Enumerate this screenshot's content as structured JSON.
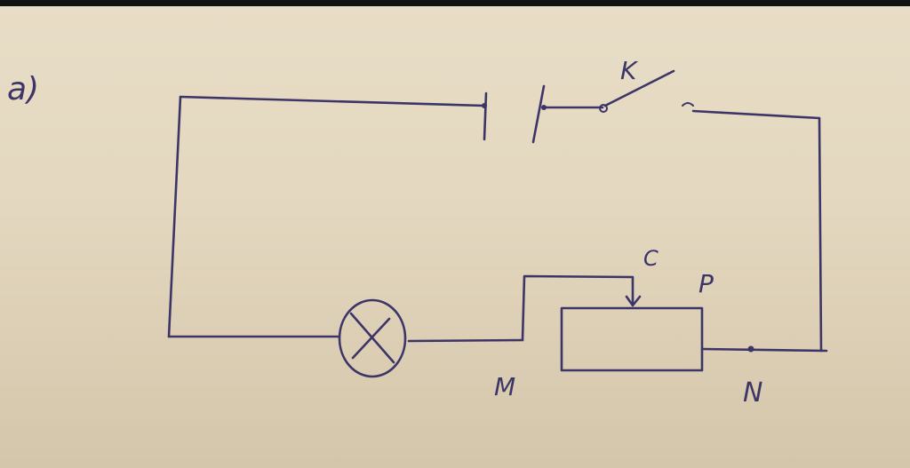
{
  "part_label": "a)",
  "labels": {
    "switch": "K",
    "slider": "C",
    "point_m": "M",
    "point_n": "N",
    "point_p": "P"
  },
  "colors": {
    "paper": "#e6dac2",
    "ink": "#3d3567"
  },
  "components": [
    "battery-icon",
    "switch-icon",
    "lamp-icon",
    "rheostat-icon"
  ]
}
